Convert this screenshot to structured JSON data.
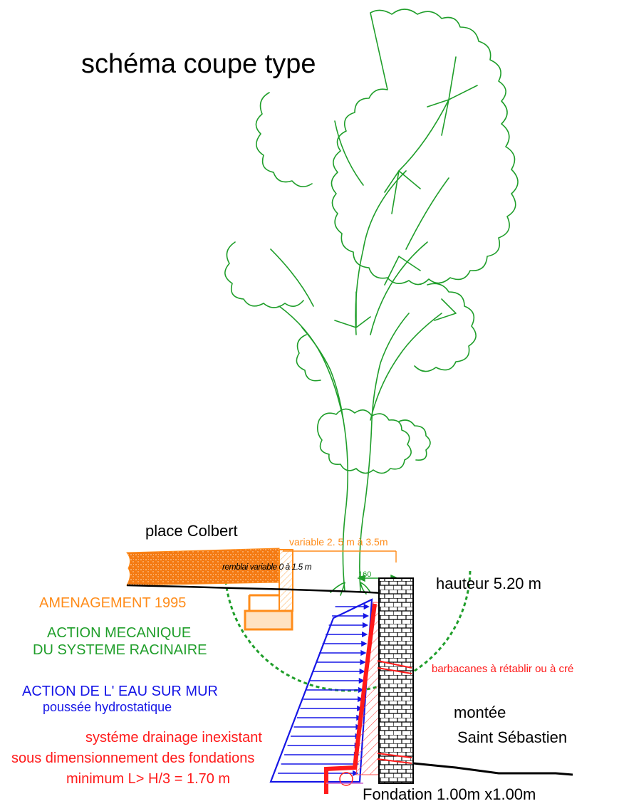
{
  "title": "schéma coupe type",
  "labels": {
    "place": "place Colbert",
    "variable": "variable 2. 5 m à 3.5m",
    "dimension": "160",
    "remblai": "remblai variable 0 à 1.5 m",
    "hauteur": "hauteur 5.20 m",
    "amenagement": "AMENAGEMENT 1995",
    "action_mecanique_1": "ACTION MECANIQUE",
    "action_mecanique_2": "DU SYSTEME RACINAIRE",
    "barbacanes": "barbacanes à rétablir ou à cré",
    "action_eau_1": "ACTION DE L' EAU SUR MUR",
    "action_eau_2": "poussée hydrostatique",
    "montee_1": "montée",
    "montee_2": "Saint Sébastien",
    "drainage_1": "systéme drainage inexistant",
    "drainage_2": "sous dimensionnement des fondations",
    "drainage_3": "minimum L> H/3  = 1.70 m",
    "fondation": "Fondation 1.00m x1.00m"
  },
  "colors": {
    "tree": "#1f9e2a",
    "fill": "#ff8c1a",
    "water": "#1616e6",
    "drain": "#ff1a1a",
    "wall": "#000000"
  }
}
